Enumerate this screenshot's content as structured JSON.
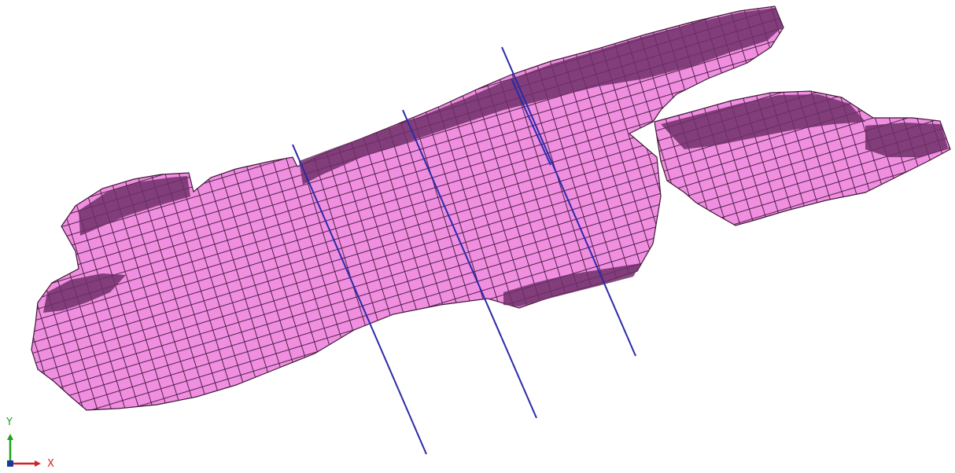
{
  "viewport": {
    "background": "#ffffff",
    "model": {
      "block_face_color": "#f08ee0",
      "block_dark_color": "#6f2f68",
      "block_edge_color": "#3f1739"
    },
    "drillholes": {
      "count": 4,
      "color": "#2a2aa8"
    }
  },
  "axis_triad": {
    "x": {
      "label": "X",
      "color": "#d42020"
    },
    "y": {
      "label": "Y",
      "color": "#20a020"
    },
    "z_color": "#1a3a9a"
  }
}
